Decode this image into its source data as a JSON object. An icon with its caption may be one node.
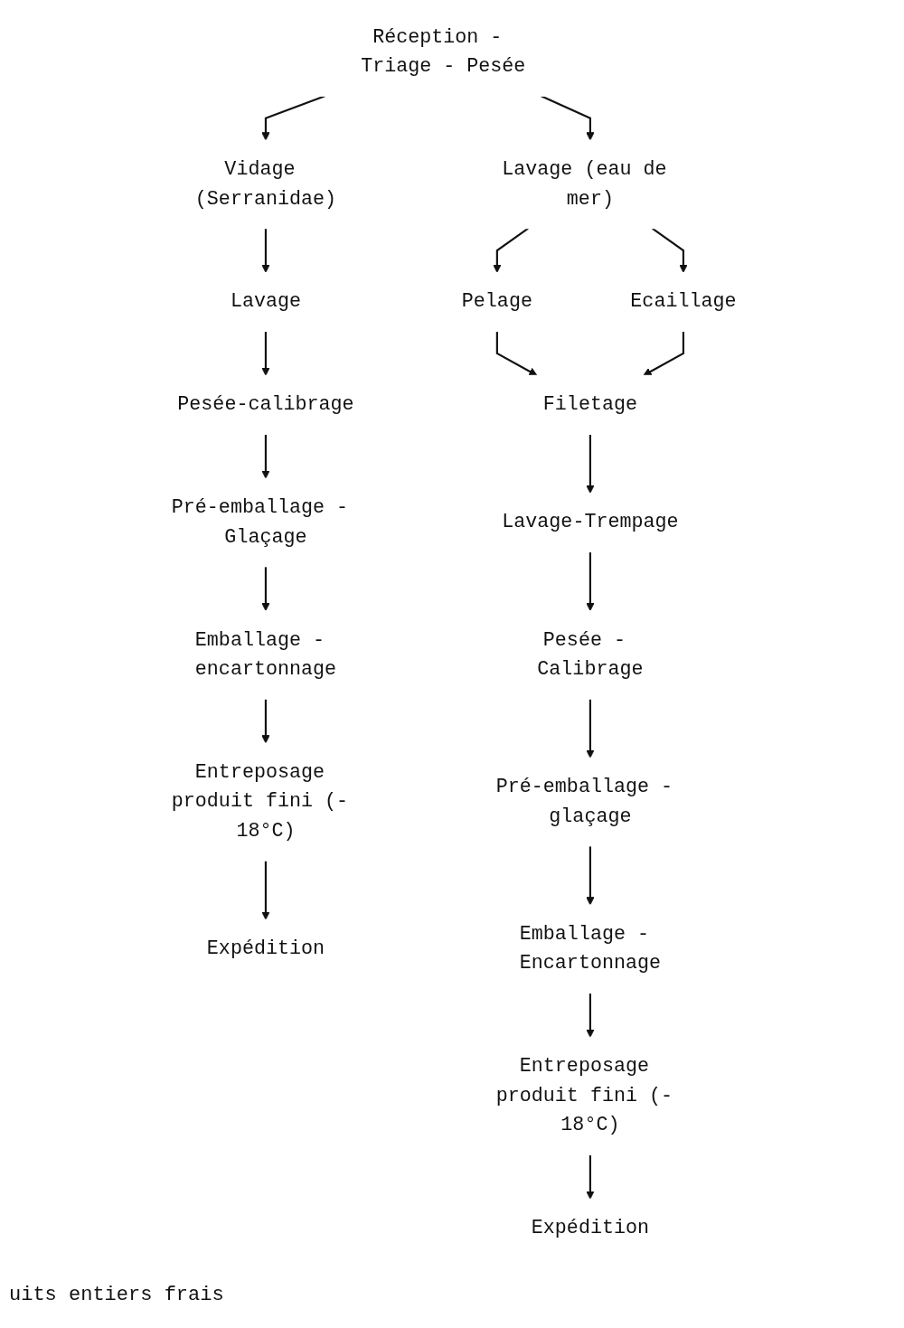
{
  "diagram": {
    "nodes": [
      {
        "text": [
          "Réception - Triage - Pesée"
        ]
      },
      {
        "text": [
          "Vidage (Serranidae)"
        ]
      },
      {
        "text": [
          "Lavage"
        ]
      },
      {
        "text": [
          "Pesée-calibrage"
        ]
      },
      {
        "text": [
          "Pré-emballage - Glaçage"
        ]
      },
      {
        "text": [
          "Emballage - encartonnage"
        ]
      },
      {
        "text": [
          "Entreposage produit fini (- 18°C)"
        ]
      },
      {
        "text": [
          "Expédition"
        ]
      },
      {
        "text": [
          "Lavage (eau de mer)"
        ]
      },
      {
        "text": [
          "Pelage"
        ]
      },
      {
        "text": [
          "Ecaillage"
        ]
      },
      {
        "text": [
          "Filetage"
        ]
      },
      {
        "text": [
          "Lavage-Trempage"
        ]
      },
      {
        "text": [
          "Pesée - Calibrage"
        ]
      },
      {
        "text": [
          "Pré-emballage - glaçage"
        ]
      },
      {
        "text": [
          "Emballage - Encartonnage"
        ]
      },
      {
        "text": [
          "Entreposage produit fini (- 18°C)"
        ]
      },
      {
        "text": [
          "Expédition"
        ]
      }
    ],
    "edges": [
      {
        "from": 0,
        "to": 1,
        "arrow": "to"
      },
      {
        "from": 0,
        "to": 8,
        "arrow": "to"
      },
      {
        "from": 1,
        "to": 2,
        "arrow": "to"
      },
      {
        "from": 2,
        "to": 3,
        "arrow": "to"
      },
      {
        "from": 3,
        "to": 4,
        "arrow": "to"
      },
      {
        "from": 4,
        "to": 5,
        "arrow": "to"
      },
      {
        "from": 5,
        "to": 6,
        "arrow": "to"
      },
      {
        "from": 6,
        "to": 7,
        "arrow": "to"
      },
      {
        "from": 8,
        "to": 9,
        "arrow": "to"
      },
      {
        "from": 8,
        "to": 10,
        "arrow": "to"
      },
      {
        "from": 9,
        "to": 11,
        "arrow": "to"
      },
      {
        "from": 10,
        "to": 11,
        "arrow": "to"
      },
      {
        "from": 11,
        "to": 12,
        "arrow": "to"
      },
      {
        "from": 12,
        "to": 13,
        "arrow": "to"
      },
      {
        "from": 13,
        "to": 14,
        "arrow": "to"
      },
      {
        "from": 14,
        "to": 15,
        "arrow": "to"
      },
      {
        "from": 15,
        "to": 16,
        "arrow": "to"
      },
      {
        "from": 16,
        "to": 17,
        "arrow": "to"
      }
    ],
    "labels": [
      "uits entiers frais"
    ]
  }
}
